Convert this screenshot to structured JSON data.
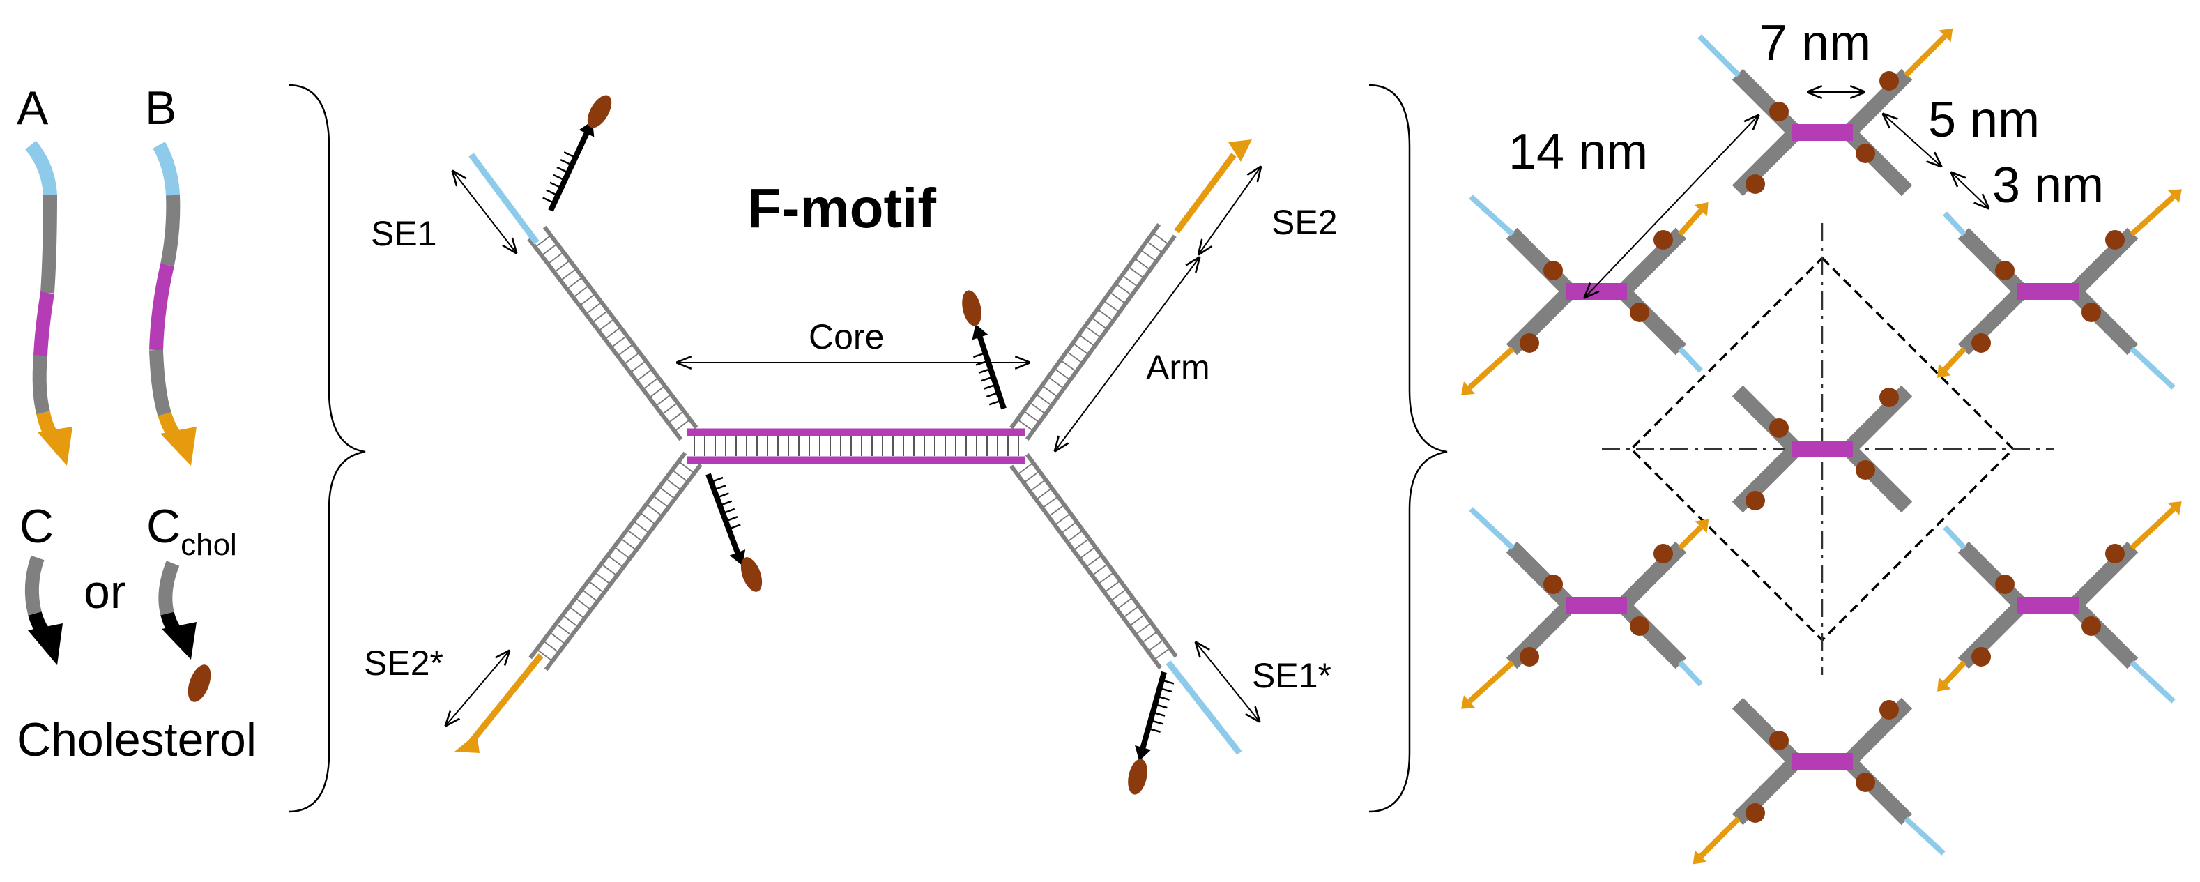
{
  "legend": {
    "strand_a": "A",
    "strand_b": "B",
    "strand_c": "C",
    "strand_c_chol_base": "C",
    "strand_c_chol_sub": "chol",
    "or_text": "or",
    "cholesterol": "Cholesterol"
  },
  "motif": {
    "title": "F-motif",
    "core": "Core",
    "arm": "Arm",
    "se1": "SE1",
    "se2": "SE2",
    "se1_star": "SE1*",
    "se2_star": "SE2*"
  },
  "lattice": {
    "dim_7nm": "7 nm",
    "dim_5nm": "5 nm",
    "dim_14nm": "14 nm",
    "dim_3nm": "3 nm"
  },
  "colors": {
    "light_blue": "#8ecbeb",
    "gray": "#808080",
    "magenta": "#b43cb4",
    "orange": "#e69b0f",
    "brown": "#8b3a0e",
    "black": "#000000"
  }
}
